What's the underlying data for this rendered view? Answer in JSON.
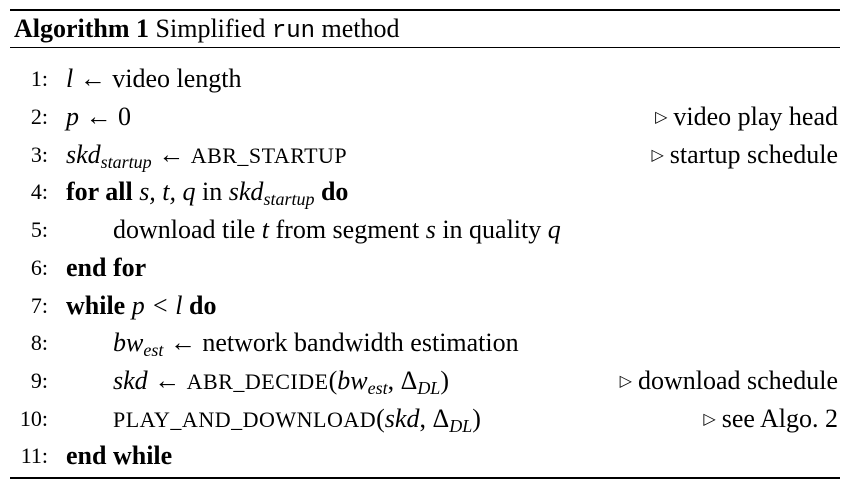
{
  "header": {
    "label": "Algorithm 1",
    "title_text": "Simplified",
    "method_name": "run",
    "title_suffix": "method"
  },
  "lines": [
    {
      "num": "1:",
      "var": "l",
      "arrow": "←",
      "text": "video length"
    },
    {
      "num": "2:",
      "var": "p",
      "arrow": "←",
      "value": "0",
      "comment": "video play head"
    },
    {
      "num": "3:",
      "var": "skd",
      "sub": "startup",
      "arrow": "←",
      "func": "ABR_STARTUP",
      "comment": "startup schedule"
    },
    {
      "num": "4:",
      "kw1": "for all",
      "vars": "s, t, q",
      "kw_in": "in",
      "var": "skd",
      "sub": "startup",
      "kw2": "do"
    },
    {
      "num": "5:",
      "pre": "download tile",
      "v1": "t",
      "mid1": "from segment",
      "v2": "s",
      "mid2": "in quality",
      "v3": "q"
    },
    {
      "num": "6:",
      "kw": "end for"
    },
    {
      "num": "7:",
      "kw1": "while",
      "expr": "p < l",
      "kw2": "do"
    },
    {
      "num": "8:",
      "var": "bw",
      "sub": "est",
      "arrow": "←",
      "text": "network bandwidth estimation"
    },
    {
      "num": "9:",
      "var": "skd",
      "arrow": "←",
      "func": "ABR_DECIDE",
      "arg_var": "bw",
      "arg_sub": "est",
      "delta": "Δ",
      "delta_sub": "DL",
      "comment": "download schedule"
    },
    {
      "num": "10:",
      "func": "PLAY_AND_DOWNLOAD",
      "arg_var": "skd",
      "delta": "Δ",
      "delta_sub": "DL",
      "comment": "see Algo. 2"
    },
    {
      "num": "11:",
      "kw": "end while"
    }
  ],
  "icons": {
    "comment_marker": "triangle-right-icon"
  }
}
